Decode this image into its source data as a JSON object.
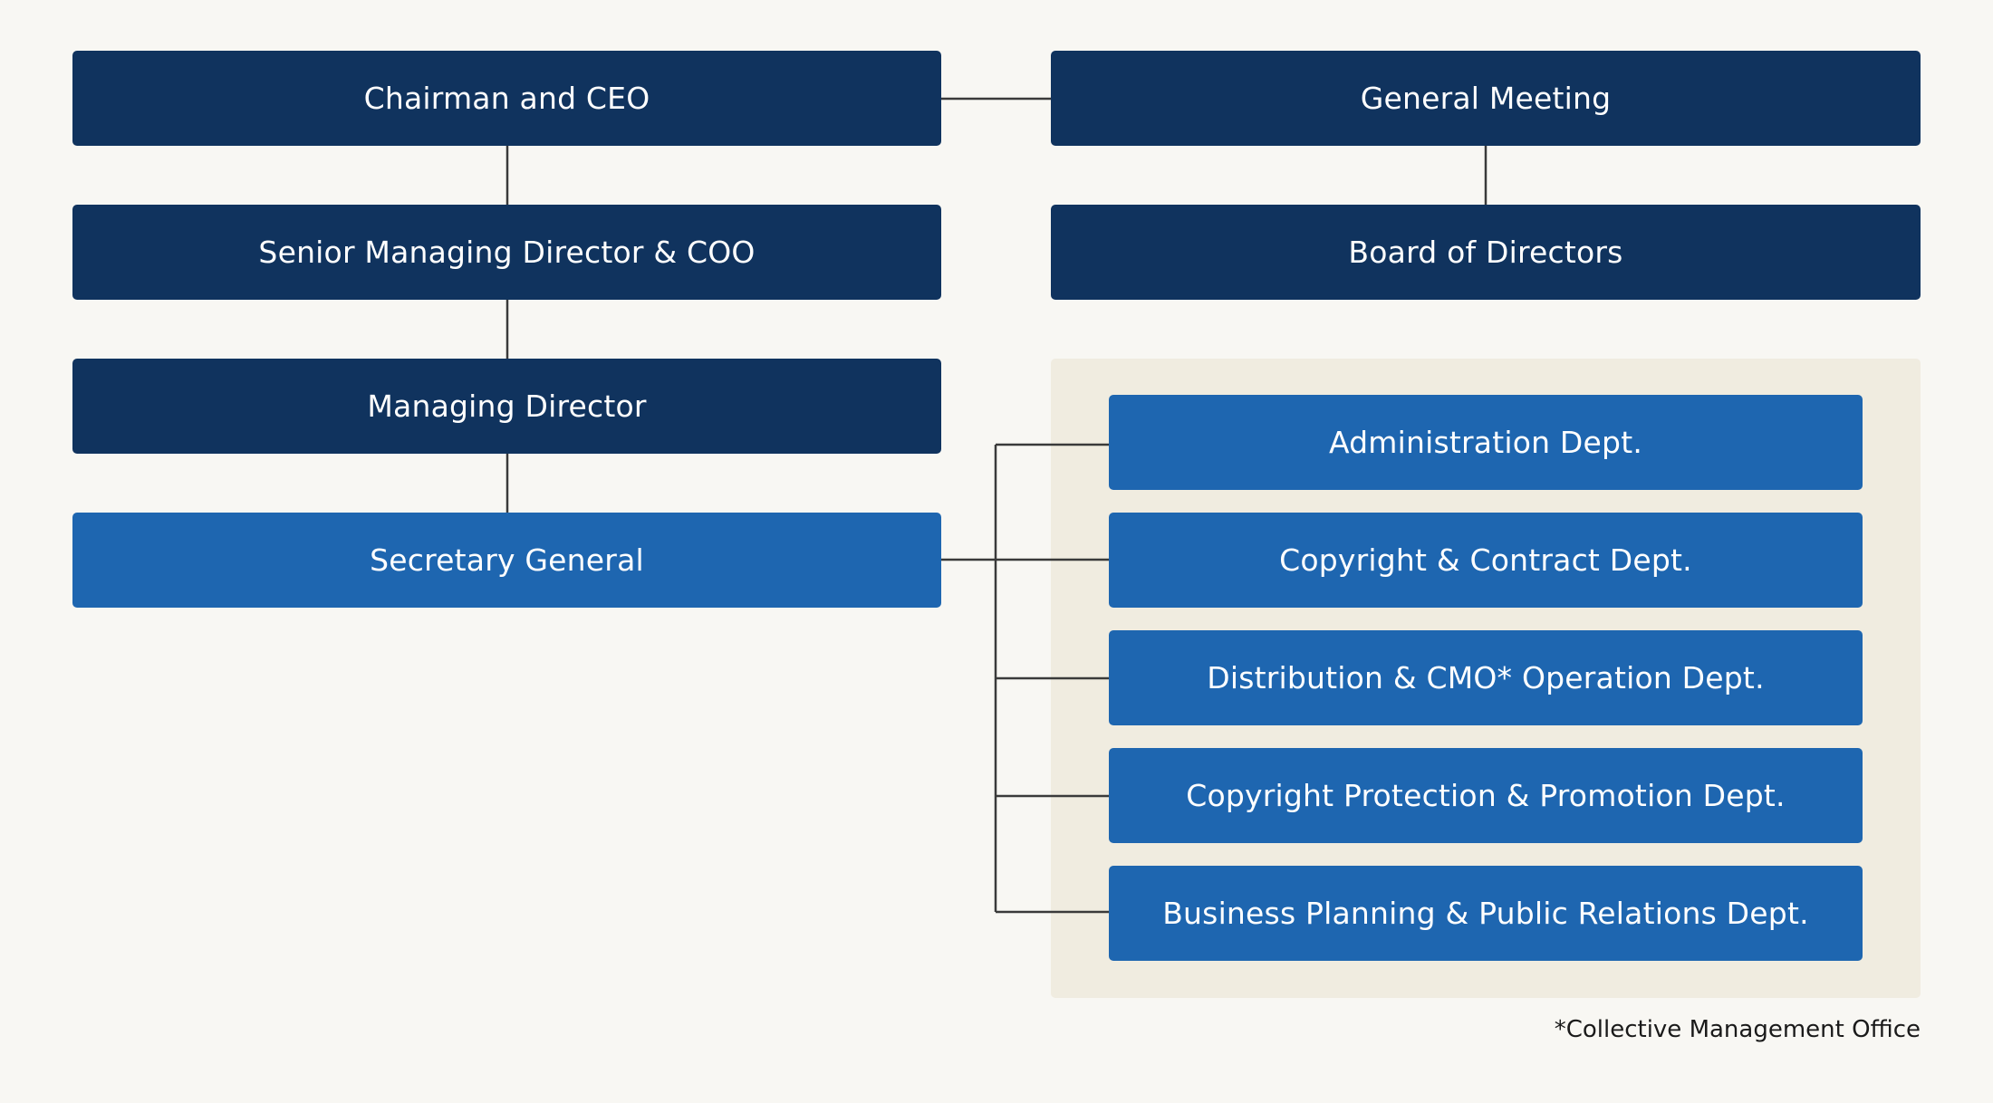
{
  "left_column": {
    "chairman": "Chairman and CEO",
    "senior_md": "Senior Managing Director & COO",
    "managing_director": "Managing Director",
    "secretary_general": "Secretary General"
  },
  "right_column": {
    "general_meeting": "General Meeting",
    "board": "Board of Directors"
  },
  "departments": [
    "Administration Dept.",
    "Copyright & Contract Dept.",
    "Distribution & CMO* Operation Dept.",
    "Copyright Protection & Promotion Dept.",
    "Business Planning & Public Relations Dept."
  ],
  "footnote": "*Collective Management Office",
  "colors": {
    "background": "#f8f7f3",
    "executive_box": "#10335e",
    "department_box": "#1e66b0",
    "panel": "#f0ece0",
    "connector": "#3a3a3a"
  }
}
